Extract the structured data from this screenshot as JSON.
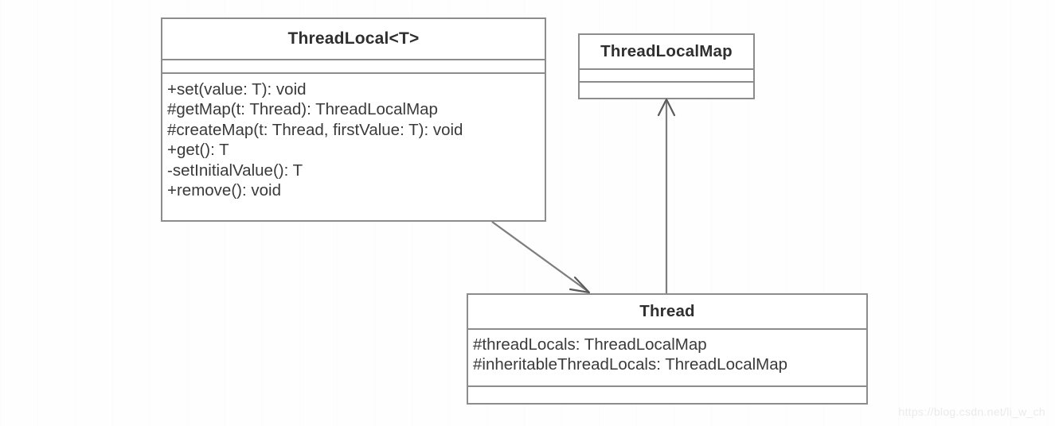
{
  "diagram": {
    "type": "uml-class-diagram",
    "background_color": "#fefefe",
    "border_color": "#8c8c8c",
    "text_color": "#3a3a3a",
    "classes": [
      {
        "id": "threadlocal",
        "name": "ThreadLocal<T>",
        "attributes": [],
        "operations": [
          "+set(value: T): void",
          "#getMap(t: Thread): ThreadLocalMap",
          "#createMap(t: Thread, firstValue: T): void",
          "+get(): T",
          "-setInitialValue(): T",
          "+remove(): void"
        ]
      },
      {
        "id": "threadlocalmap",
        "name": "ThreadLocalMap",
        "attributes": [],
        "operations": []
      },
      {
        "id": "thread",
        "name": "Thread",
        "attributes": [
          "#threadLocals: ThreadLocalMap",
          "#inheritableThreadLocals: ThreadLocalMap"
        ],
        "operations": []
      }
    ],
    "connections": [
      {
        "id": "threadlocal-to-thread",
        "kind": "association",
        "arrowhead": "open",
        "from": "threadlocal",
        "to": "thread"
      },
      {
        "id": "thread-to-threadlocalmap",
        "kind": "association",
        "arrowhead": "open",
        "from": "thread",
        "to": "threadlocalmap"
      }
    ]
  },
  "watermark": {
    "text": "https://blog.csdn.net/li_w_ch"
  }
}
